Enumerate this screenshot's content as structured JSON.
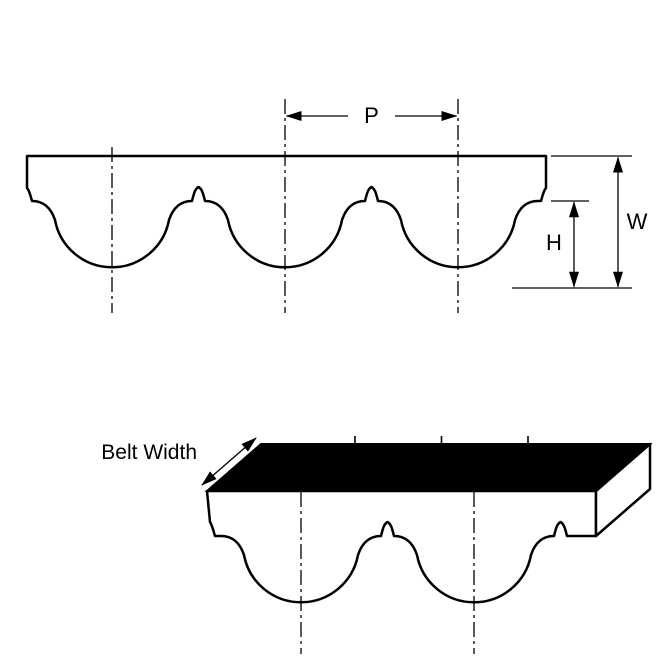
{
  "diagram": {
    "labels": {
      "pitch": "P",
      "belt_thickness": "W",
      "tooth_height": "H",
      "belt_width": "Belt Width"
    },
    "colors": {
      "line": "#000000",
      "belt_fill": "#ffffff",
      "top_face_fill": "#000000",
      "background": "#ffffff"
    }
  }
}
